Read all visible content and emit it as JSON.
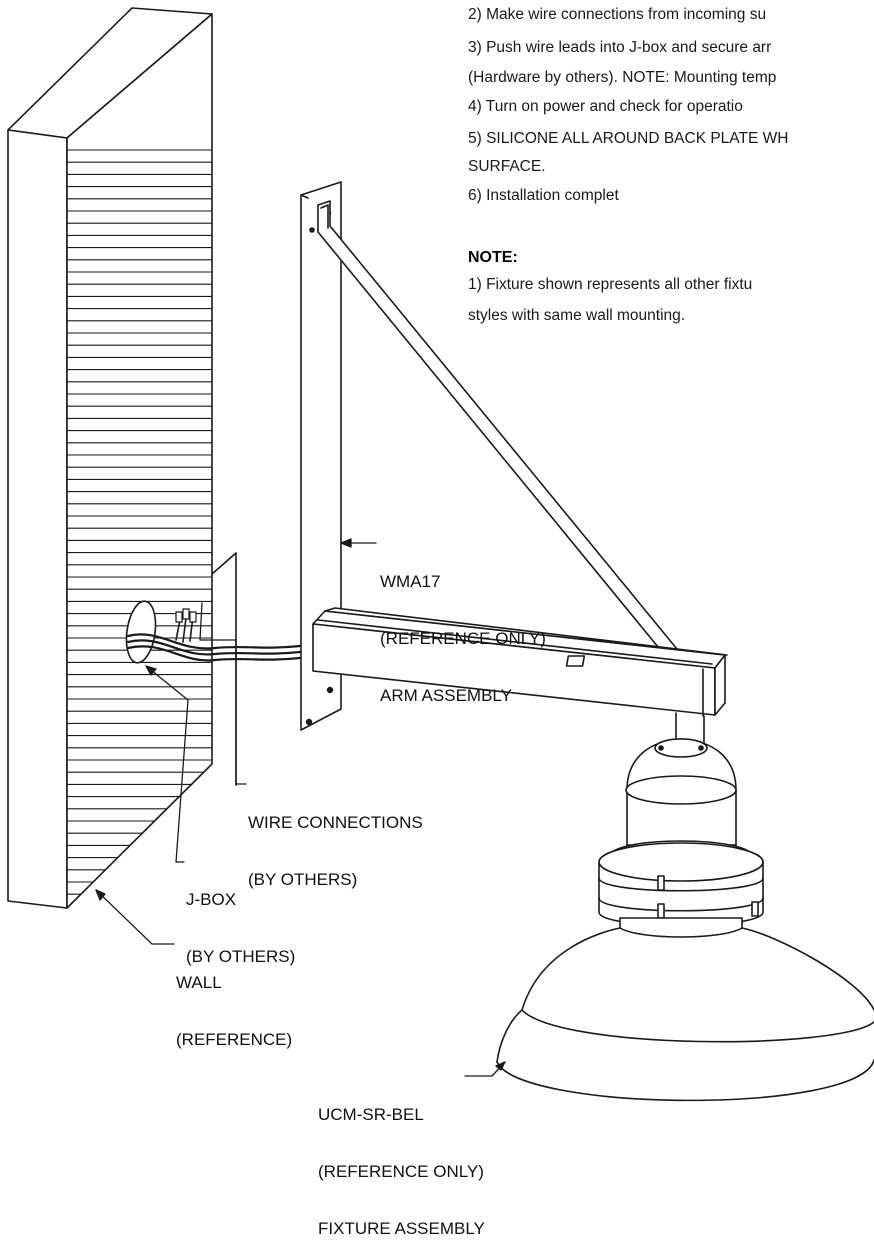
{
  "instructions": [
    "2) Make wire connections from incoming su",
    "3) Push wire leads into J-box and secure arr",
    "(Hardware by others). NOTE: Mounting temp",
    "4) Turn on power and check for operatio",
    "5) SILICONE ALL AROUND BACK PLATE WH",
    "SURFACE.",
    "6) Installation complet"
  ],
  "note": {
    "heading": "NOTE:",
    "lines": [
      "1) Fixture shown represents all other fixtu",
      "styles with same wall mounting."
    ]
  },
  "callouts": {
    "arm": [
      "WMA17",
      "(REFERENCE ONLY)",
      "ARM ASSEMBLY"
    ],
    "wires": [
      "WIRE CONNECTIONS",
      "(BY OTHERS)"
    ],
    "jbox": [
      "J-BOX",
      "(BY OTHERS)"
    ],
    "wall": [
      "WALL",
      "(REFERENCE)"
    ],
    "fixture": [
      "UCM-SR-BEL",
      "(REFERENCE ONLY)",
      "FIXTURE ASSEMBLY"
    ]
  }
}
